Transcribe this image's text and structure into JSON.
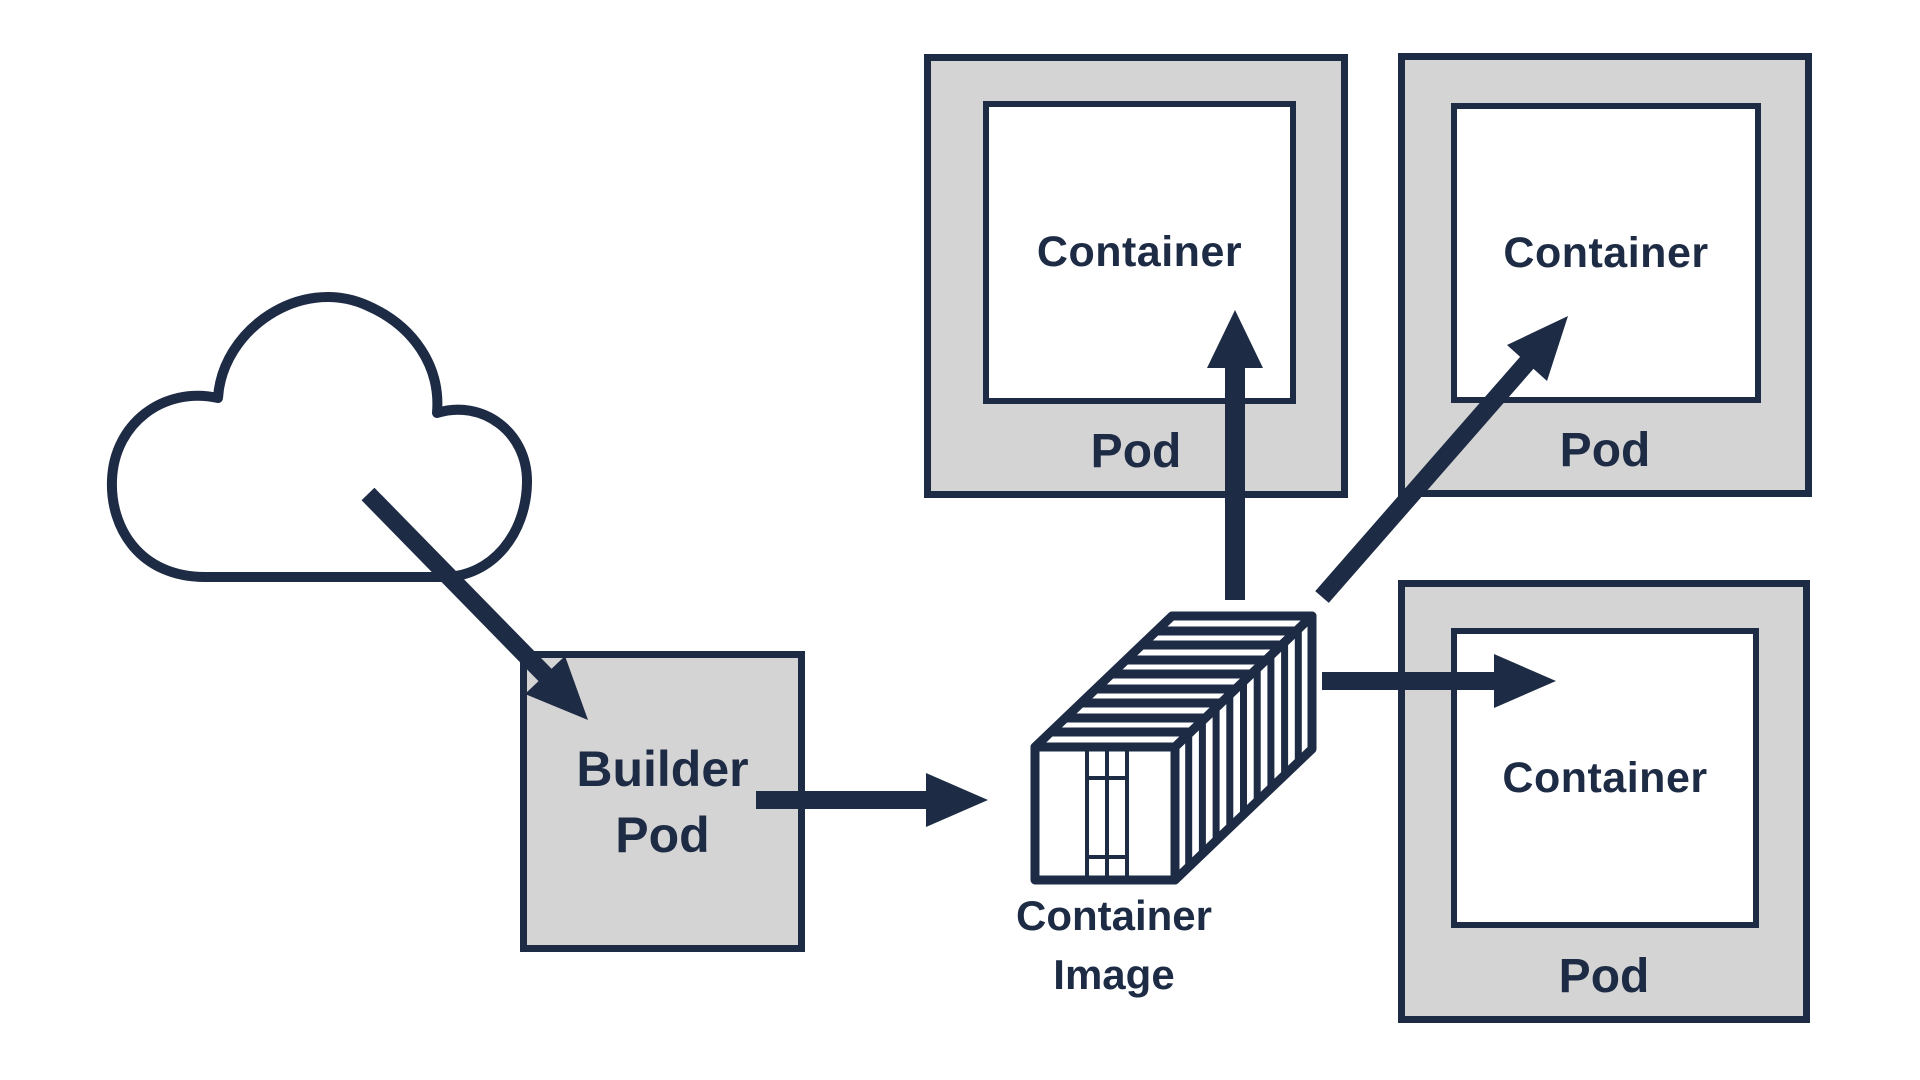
{
  "title": "Container build and deployment diagram",
  "colors": {
    "navy": "#1E2B45",
    "box_gray": "#D4D4D4",
    "background": "#FFFFFF"
  },
  "nodes": {
    "cloud": {
      "icon": "cloud-icon"
    },
    "builder_pod": {
      "line1": "Builder",
      "line2": "Pod"
    },
    "container_image": {
      "icon": "container-image-icon",
      "line1": "Container",
      "line2": "Image"
    },
    "pods": [
      {
        "position": "top-left",
        "container_label": "Container",
        "pod_label": "Pod"
      },
      {
        "position": "top-right",
        "container_label": "Container",
        "pod_label": "Pod"
      },
      {
        "position": "bottom-right",
        "container_label": "Container",
        "pod_label": "Pod"
      }
    ]
  },
  "edges": [
    {
      "from": "cloud",
      "to": "builder-pod",
      "style": "solid-arrow"
    },
    {
      "from": "builder-pod",
      "to": "container-image",
      "style": "solid-arrow"
    },
    {
      "from": "container-image",
      "to": "pod-top-left",
      "style": "solid-arrow"
    },
    {
      "from": "container-image",
      "to": "pod-top-right",
      "style": "solid-arrow"
    },
    {
      "from": "container-image",
      "to": "pod-bottom-right",
      "style": "solid-arrow"
    }
  ]
}
